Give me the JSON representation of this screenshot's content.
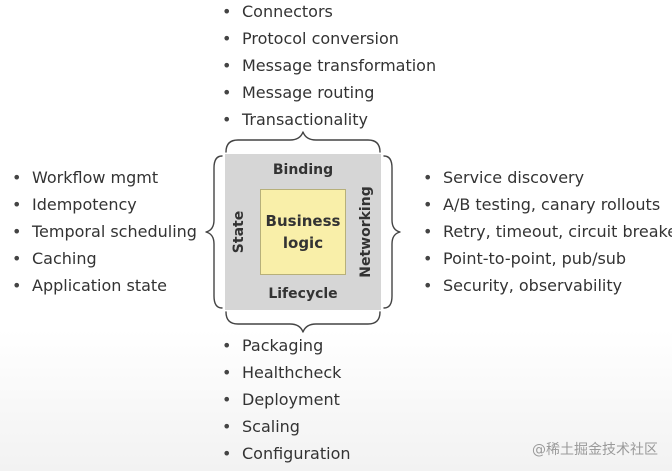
{
  "diagram": {
    "top_items": [
      "Connectors",
      "Protocol conversion",
      "Message transformation",
      "Message routing",
      "Transactionality"
    ],
    "left_items": [
      "Workflow mgmt",
      "Idempotency",
      "Temporal scheduling",
      "Caching",
      "Application state"
    ],
    "right_items": [
      "Service discovery",
      "A/B testing, canary rollouts",
      "Retry, timeout, circuit breaker",
      "Point-to-point, pub/sub",
      "Security, observability"
    ],
    "bottom_items": [
      "Packaging",
      "Healthcheck",
      "Deployment",
      "Scaling",
      "Configuration"
    ],
    "center": {
      "core_label": "Business\nlogic",
      "top_label": "Binding",
      "bottom_label": "Lifecycle",
      "left_label": "State",
      "right_label": "Networking"
    },
    "colors": {
      "outer_box": "#d6d6d6",
      "inner_box": "#f9efa9",
      "text": "#333333"
    }
  },
  "watermark": "@稀土掘金技术社区"
}
